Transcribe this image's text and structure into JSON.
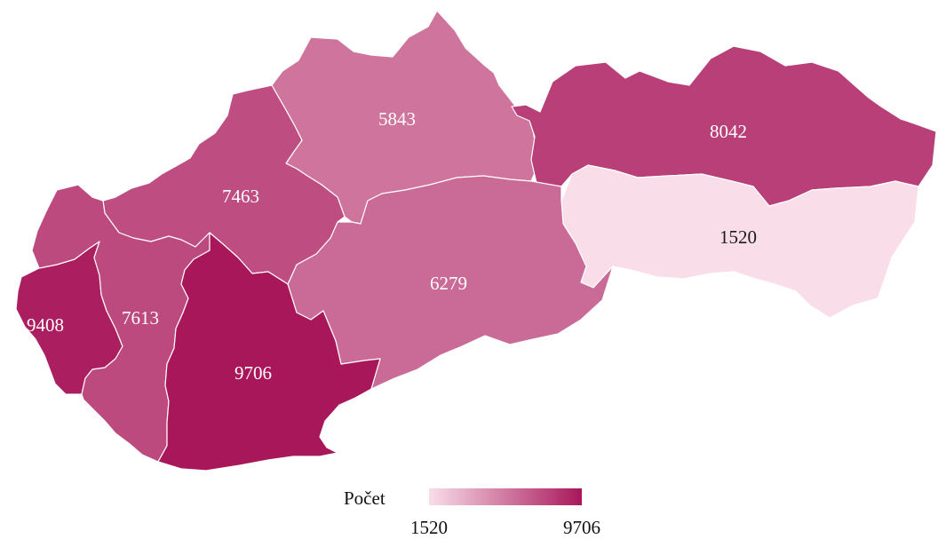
{
  "map": {
    "regions": [
      {
        "id": "bratislava",
        "value": 9408,
        "label": "9408"
      },
      {
        "id": "trnava",
        "value": 7613,
        "label": "7613"
      },
      {
        "id": "trencin",
        "value": 7463,
        "label": "7463"
      },
      {
        "id": "nitra",
        "value": 9706,
        "label": "9706"
      },
      {
        "id": "zilina",
        "value": 5843,
        "label": "5843"
      },
      {
        "id": "banska-bystrica",
        "value": 6279,
        "label": "6279"
      },
      {
        "id": "presov",
        "value": 8042,
        "label": "8042"
      },
      {
        "id": "kosice",
        "value": 1520,
        "label": "1520"
      }
    ]
  },
  "legend": {
    "title": "Počet",
    "min_label": "1520",
    "max_label": "9706",
    "min_value": 1520,
    "max_value": 9706,
    "color_low": "#f9dde9",
    "color_high": "#a8175a"
  }
}
